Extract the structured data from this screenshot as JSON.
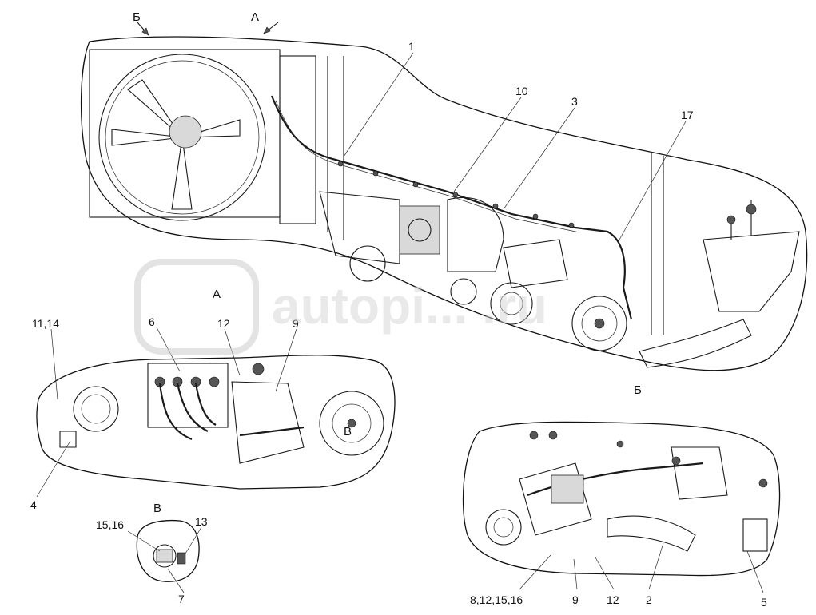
{
  "views": {
    "main_view_markers": [
      "Б",
      "А"
    ],
    "detail_a_title": "А",
    "detail_b_title": "Б",
    "detail_v_title": "В",
    "detail_v_marker": "В"
  },
  "callouts": {
    "main": [
      "1",
      "10",
      "3",
      "17"
    ],
    "detail_a": [
      "11,14",
      "6",
      "12",
      "9",
      "4"
    ],
    "detail_b": [
      "8,12,15,16",
      "9",
      "12",
      "2",
      "5"
    ],
    "detail_v": [
      "15,16",
      "13",
      "7"
    ]
  },
  "watermark": {
    "logo_text": "autopi... .ru"
  }
}
